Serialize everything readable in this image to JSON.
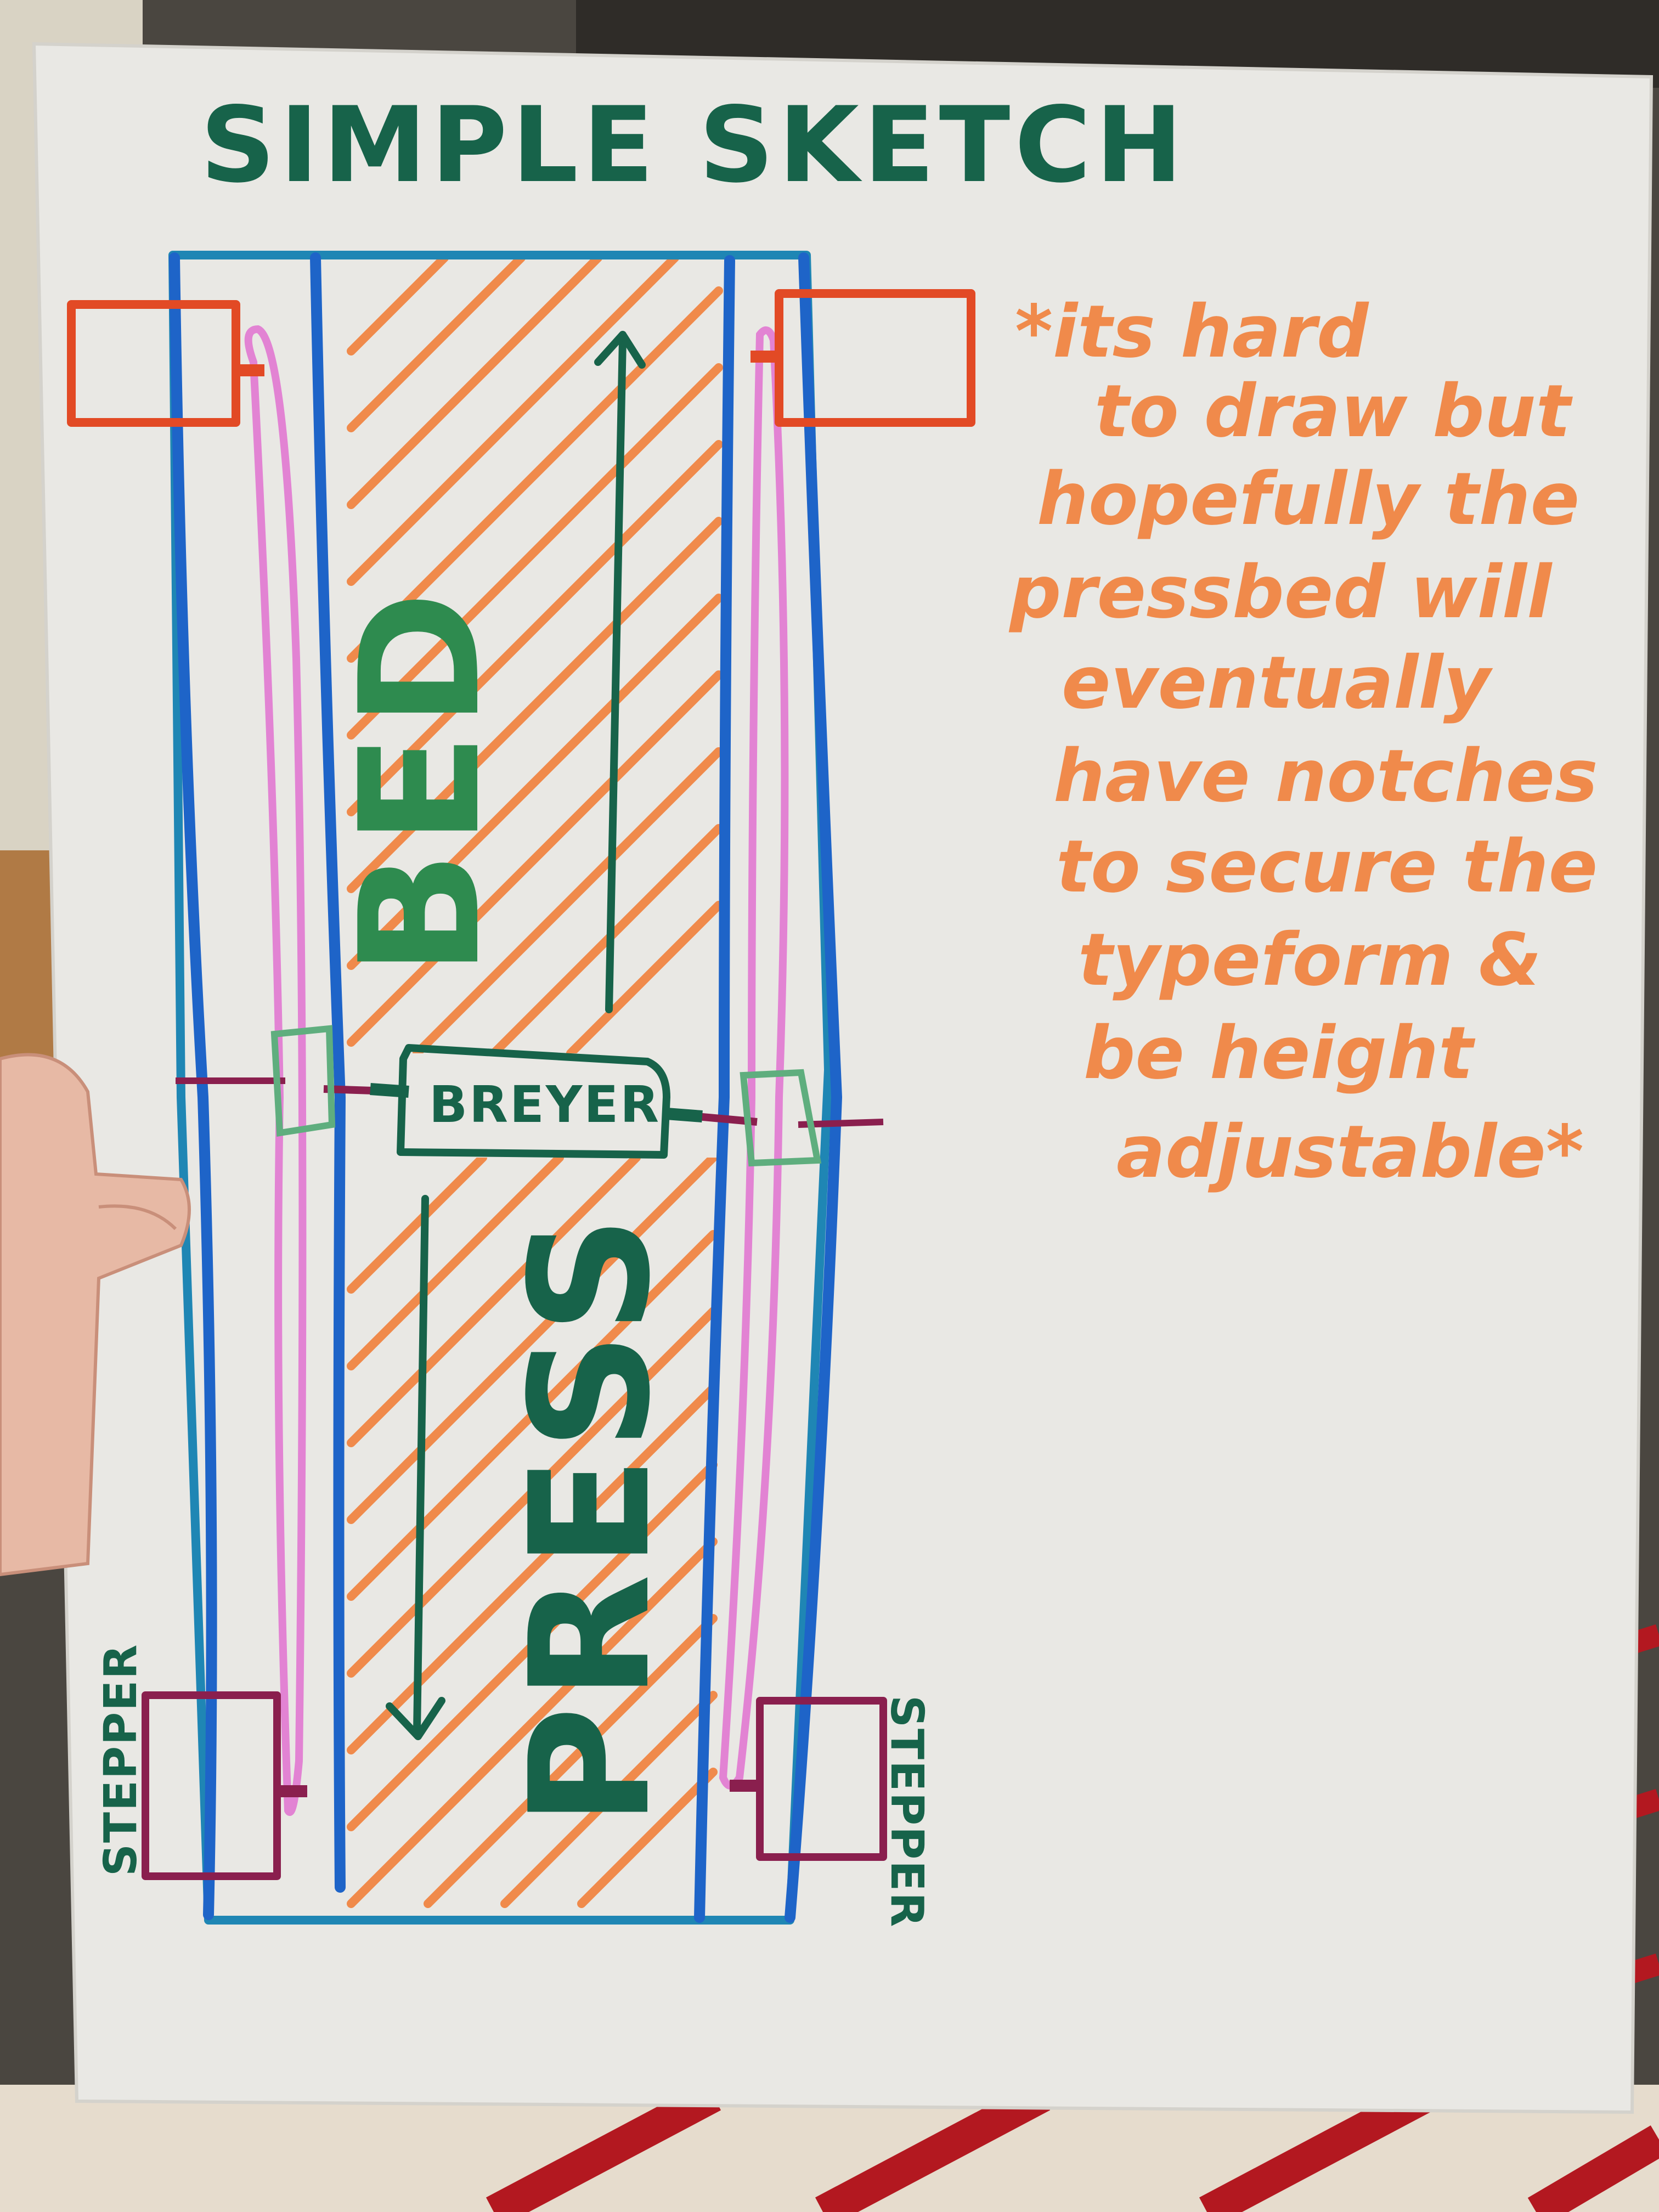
{
  "title": "SIMPLE SKETCH",
  "labels": {
    "bed": "BED",
    "press": "PRESS",
    "breyer": "BREYER",
    "stepper_left": "STEPPER",
    "stepper_right": "STEPPER"
  },
  "note_lines": [
    "*its hard",
    "to draw but",
    "hopefully the",
    "pressbed will",
    "eventually",
    "have notches",
    "to secure the",
    "typeform &",
    "be height",
    "adjustable*"
  ],
  "colors": {
    "paper": "#e9e8e4",
    "rail_blue": "#1e64c8",
    "frame_teal": "#1f86b4",
    "belt_pink": "#e283d3",
    "hatch_orange": "#f08a4b",
    "ink_green": "#17634a",
    "motor_red": "#e24a25",
    "stepper_maroon": "#8a1f4e",
    "carriage_green": "#5fae7e"
  }
}
